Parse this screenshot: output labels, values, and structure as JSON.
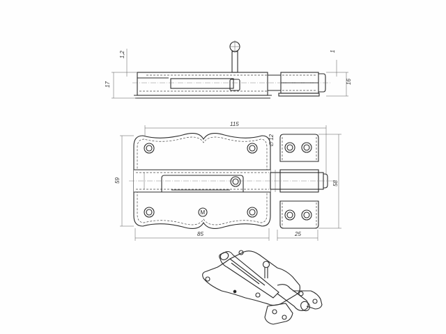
{
  "drawing": {
    "subject": "Door bolt latch technical drawing",
    "views": [
      "side-view",
      "front-view",
      "isometric-view"
    ],
    "side_view": {
      "dimensions": {
        "plate_thickness": "1,2",
        "body_height": "17",
        "keeper_thickness": "1",
        "keeper_height": "16"
      }
    },
    "front_view": {
      "dimensions": {
        "overall_length": "115",
        "plate_height": "59",
        "bolt_diameter": "∅ 12",
        "keeper_height": "58",
        "plate_length": "85",
        "keeper_width": "25"
      },
      "logo_mark": "M"
    },
    "colors": {
      "line": "#2a2a2a",
      "background": "#fefefe"
    }
  }
}
